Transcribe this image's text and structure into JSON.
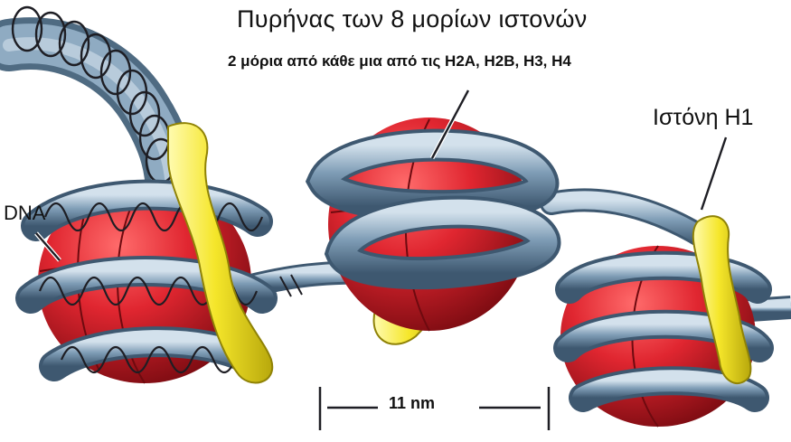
{
  "labels": {
    "core_title": "Πυρήνας των 8 μορίων ιστονών",
    "core_subtitle": "2 μόρια από κάθε μια από τις H2A, H2B, H3, H4",
    "histone_h1": "Ιστόνη H1",
    "dna": "DNA",
    "scale": "11 nm"
  },
  "colors": {
    "histone_core": "#d8202a",
    "histone_core_dark": "#8a0f14",
    "dna_fiber": "#7896b0",
    "dna_fiber_light": "#c5d6e4",
    "histone_h1": "#f4e62a",
    "helix_stroke": "#1e1e24",
    "background": "#ffffff"
  }
}
